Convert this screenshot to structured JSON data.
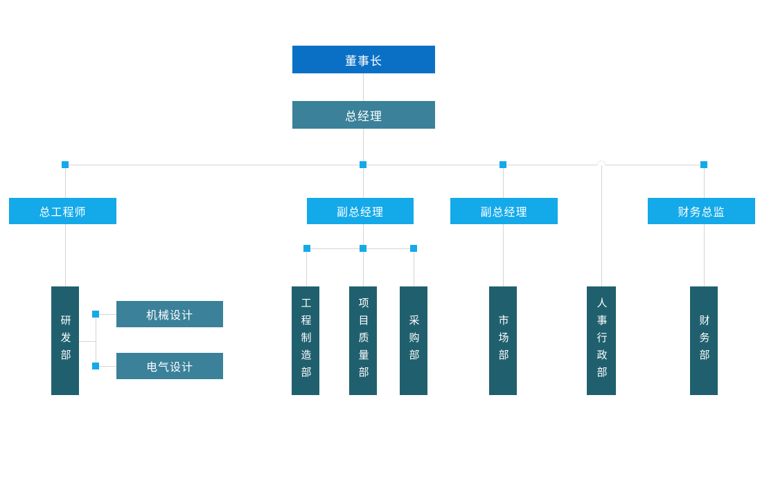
{
  "org_chart": {
    "level1": {
      "label": "董事长"
    },
    "level2": {
      "label": "总经理"
    },
    "level3": [
      {
        "label": "总工程师"
      },
      {
        "label": "副总经理"
      },
      {
        "label": "副总经理"
      },
      {
        "label": "财务总监"
      }
    ],
    "departments": [
      {
        "label": "研发部"
      },
      {
        "label": "工程制造部"
      },
      {
        "label": "项目质量部"
      },
      {
        "label": "采购部"
      },
      {
        "label": "市场部"
      },
      {
        "label": "人事行政部"
      },
      {
        "label": "财务部"
      }
    ],
    "rd_sub_teams": [
      {
        "label": "机械设计"
      },
      {
        "label": "电气设计"
      }
    ],
    "colors": {
      "level1_bg": "#0a70c5",
      "level2_bg": "#3a8199",
      "level3_bg": "#14a9e9",
      "department_bg": "#20606e",
      "sub_team_bg": "#3a8199",
      "connector_line": "#d4d4d4",
      "junction_handle": "#14a9e9",
      "text": "#ffffff",
      "background": "#ffffff"
    }
  }
}
